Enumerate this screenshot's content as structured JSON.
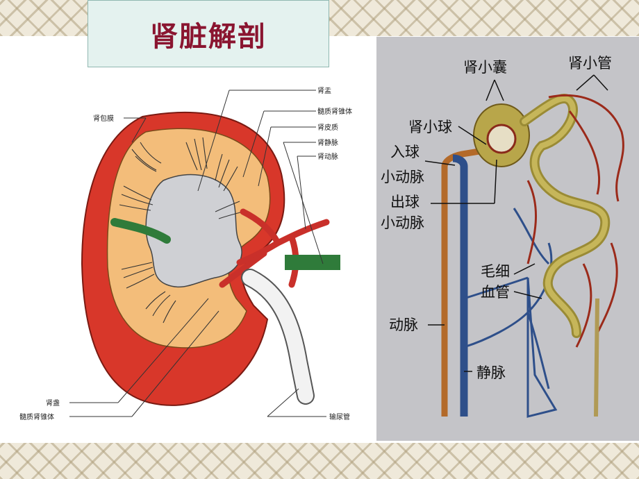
{
  "slide": {
    "title": "肾脏解剖"
  },
  "left_diagram": {
    "labels": {
      "capsule": "肾包膜",
      "pelvis": "肾盂",
      "medullary_pyramid_top": "髓质肾锥体",
      "cortex": "肾皮质",
      "renal_vein": "肾静脉",
      "renal_artery": "肾动脉",
      "calyx": "肾盏",
      "medullary_pyramid_bottom": "髓质肾锥体",
      "ureter": "输尿管"
    }
  },
  "right_diagram": {
    "labels": {
      "bowmans_capsule": "肾小囊",
      "renal_tubule": "肾小管",
      "glomerulus": "肾小球",
      "afferent_line1": "入球",
      "afferent_line2": "小动脉",
      "efferent_line1": "出球",
      "efferent_line2": "小动脉",
      "capillary_line1": "毛细",
      "capillary_line2": "血管",
      "artery": "动脉",
      "vein": "静脉"
    }
  }
}
